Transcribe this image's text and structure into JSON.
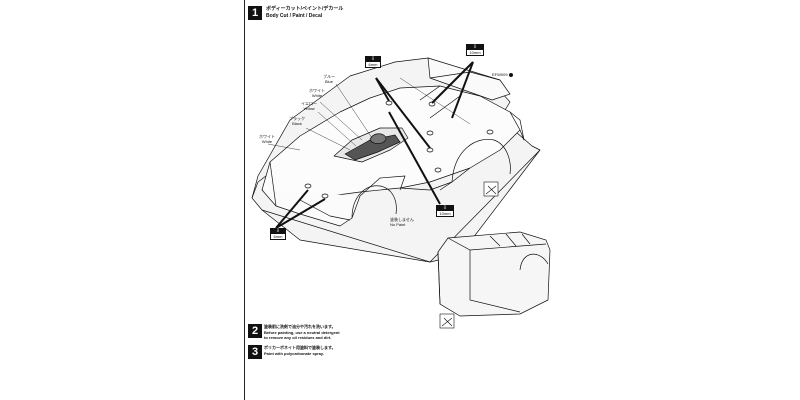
{
  "step1": {
    "number": "1",
    "title_jp": "ボディーカット/ペイント/デカール",
    "title_en": "Body Cut / Paint / Decal"
  },
  "part_code": "EFW009",
  "hole_labels": {
    "six": "6mm",
    "ten": "10mm"
  },
  "paint_labels": {
    "blue": {
      "jp": "ブルー",
      "en": "Blue"
    },
    "white_top": {
      "jp": "ホワイト",
      "en": "White"
    },
    "yellow": {
      "jp": "イエロー",
      "en": "Yellow"
    },
    "black": {
      "jp": "ブラック",
      "en": "Black"
    },
    "white_left": {
      "jp": "ホワイト",
      "en": "White"
    },
    "no_paint": {
      "jp": "塗装しません",
      "en": "No Paint"
    }
  },
  "step2": {
    "number": "2",
    "jp": "塗装前に洗剤で油分や汚れを洗います。",
    "en1": "Before painting, use a neutral detergent",
    "en2": "to remove any oil residues and dirt."
  },
  "step3": {
    "number": "3",
    "jp": "ポリカーボネイト用塗料で塗装します。",
    "en": "Paint with polycarbonate spray."
  }
}
